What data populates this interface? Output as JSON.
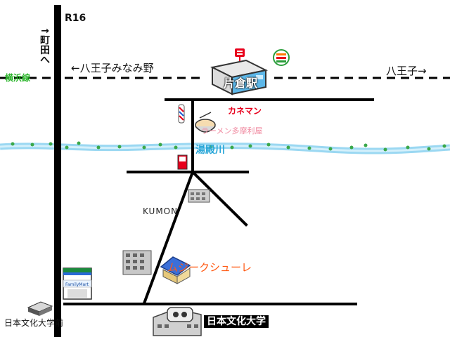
{
  "roads": {
    "route_label": "R16",
    "north_direction": "↑町田へ"
  },
  "railway": {
    "line_name": "横浜線",
    "west_direction": "←八王子みなみ野",
    "east_direction": "八王子→",
    "station": "片倉駅"
  },
  "river": {
    "name": "湯殿川"
  },
  "landmarks": {
    "supermarket": "カネマン",
    "ramen_shop": "ラーメン多摩利屋",
    "cram_school": "KUMON",
    "destination": "ムジークシューレ",
    "convenience_store": "FamilyMart",
    "university": "日本文化大学",
    "bus_stop": "日本文化大学前"
  },
  "colors": {
    "road": "#000000",
    "railway_line_label": "#2bb52b",
    "river": "#8fd3f4",
    "river_label": "#2aa7d8",
    "destination_label": "#ff5a14",
    "supermarket_label": "#e8001c",
    "ramen_label": "#f08aa0"
  }
}
